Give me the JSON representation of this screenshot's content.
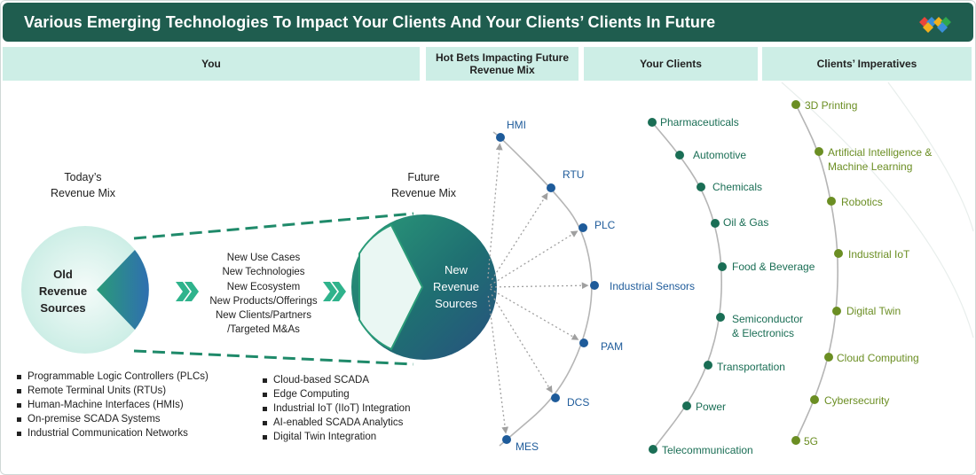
{
  "title": "Various Emerging Technologies To Impact Your Clients And Your Clients’ Clients In Future",
  "headers": {
    "you": "You",
    "hot_bets": "Hot Bets Impacting Future Revenue Mix",
    "your_clients": "Your Clients",
    "clients_imperatives": "Clients’ Imperatives"
  },
  "today_mix_label": "Today’s\nRevenue Mix",
  "future_mix_label": "Future\nRevenue Mix",
  "old_sources": "Old\nRevenue\nSources",
  "new_sources": "New\nRevenue\nSources",
  "drivers": [
    "New Use Cases",
    "New Technologies",
    "New Ecosystem",
    "New Products/Offerings",
    "New Clients/Partners",
    "/Targeted M&As"
  ],
  "old_list": [
    "Programmable Logic Controllers (PLCs)",
    "Remote Terminal Units (RTUs)",
    "Human-Machine Interfaces (HMIs)",
    "On-premise SCADA Systems",
    "Industrial Communication Networks"
  ],
  "new_list": [
    "Cloud-based SCADA",
    "Edge Computing",
    "Industrial IoT (IIoT) Integration",
    "AI-enabled SCADA Analytics",
    "Digital Twin Integration"
  ],
  "hot_bets": [
    "HMI",
    "RTU",
    "PLC",
    "Industrial Sensors",
    "PAM",
    "DCS",
    "MES"
  ],
  "clients": [
    "Pharmaceuticals",
    "Automotive",
    "Chemicals",
    "Oil & Gas",
    "Food & Beverage",
    "Semiconductor\n& Electronics",
    "Transportation",
    "Power",
    "Telecommunication"
  ],
  "imperatives": [
    "3D Printing",
    "Artificial Intelligence &\nMachine Learning",
    "Robotics",
    "Industrial IoT",
    "Digital Twin",
    "Cloud Computing",
    "Cybersecurity",
    "5G"
  ],
  "colors": {
    "title_bg": "#1f5d4f",
    "header_bg": "#cdeee6",
    "hot_bets": "#1e5b9a",
    "clients": "#1a6e55",
    "imperatives": "#6b8e23"
  }
}
